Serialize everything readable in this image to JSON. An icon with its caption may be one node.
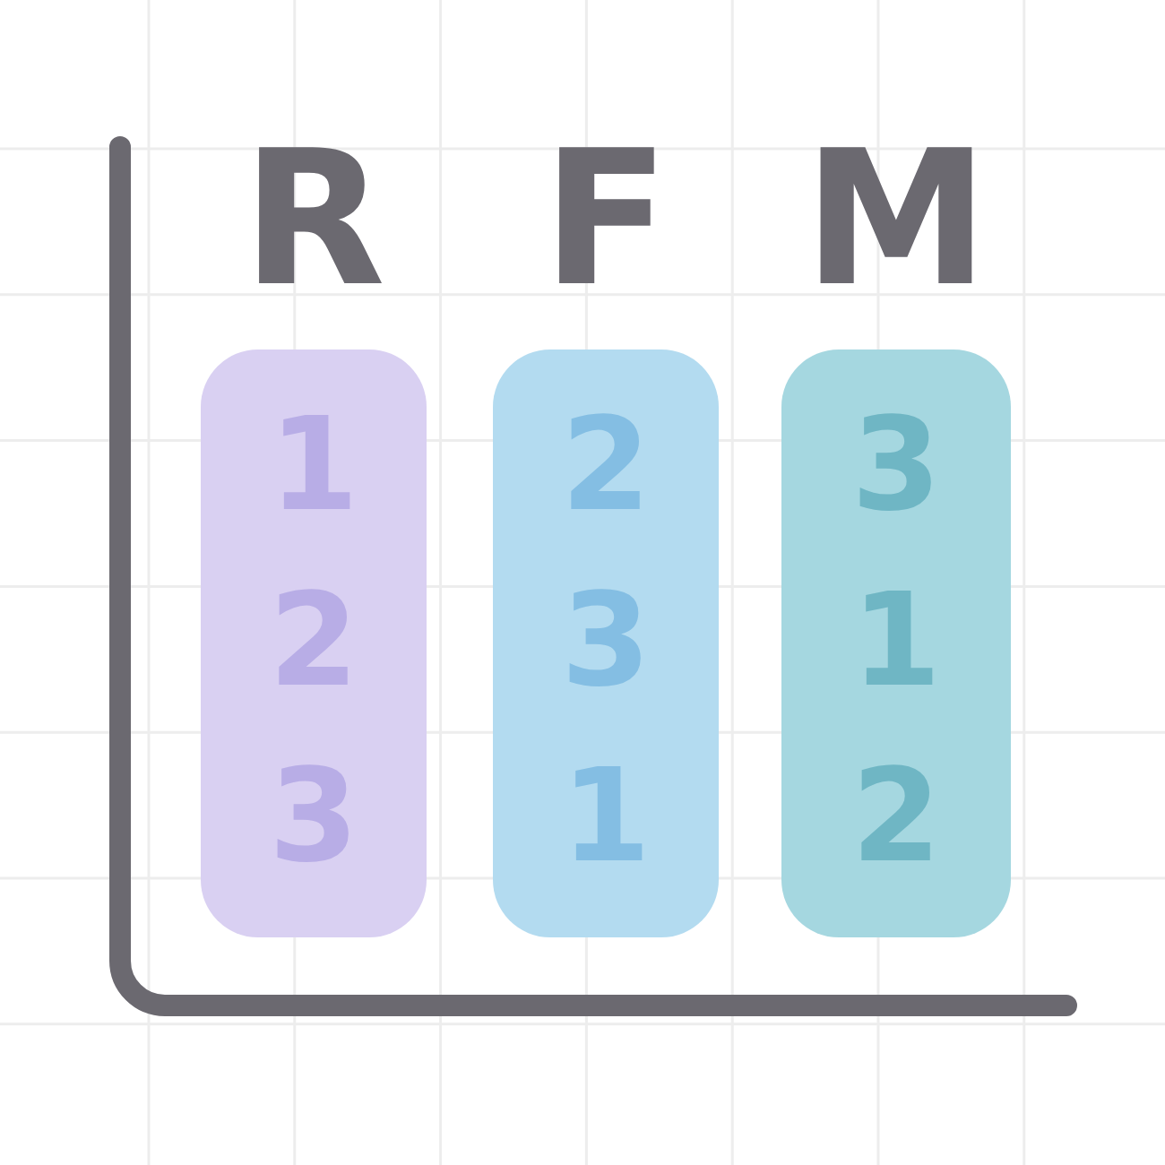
{
  "diagram": {
    "nodes": [
      {
        "text": [
          "R",
          "1",
          "2",
          "3"
        ]
      },
      {
        "text": [
          "F",
          "2",
          "3",
          "1"
        ]
      },
      {
        "text": [
          "M",
          "3",
          "1",
          "2"
        ]
      }
    ]
  }
}
